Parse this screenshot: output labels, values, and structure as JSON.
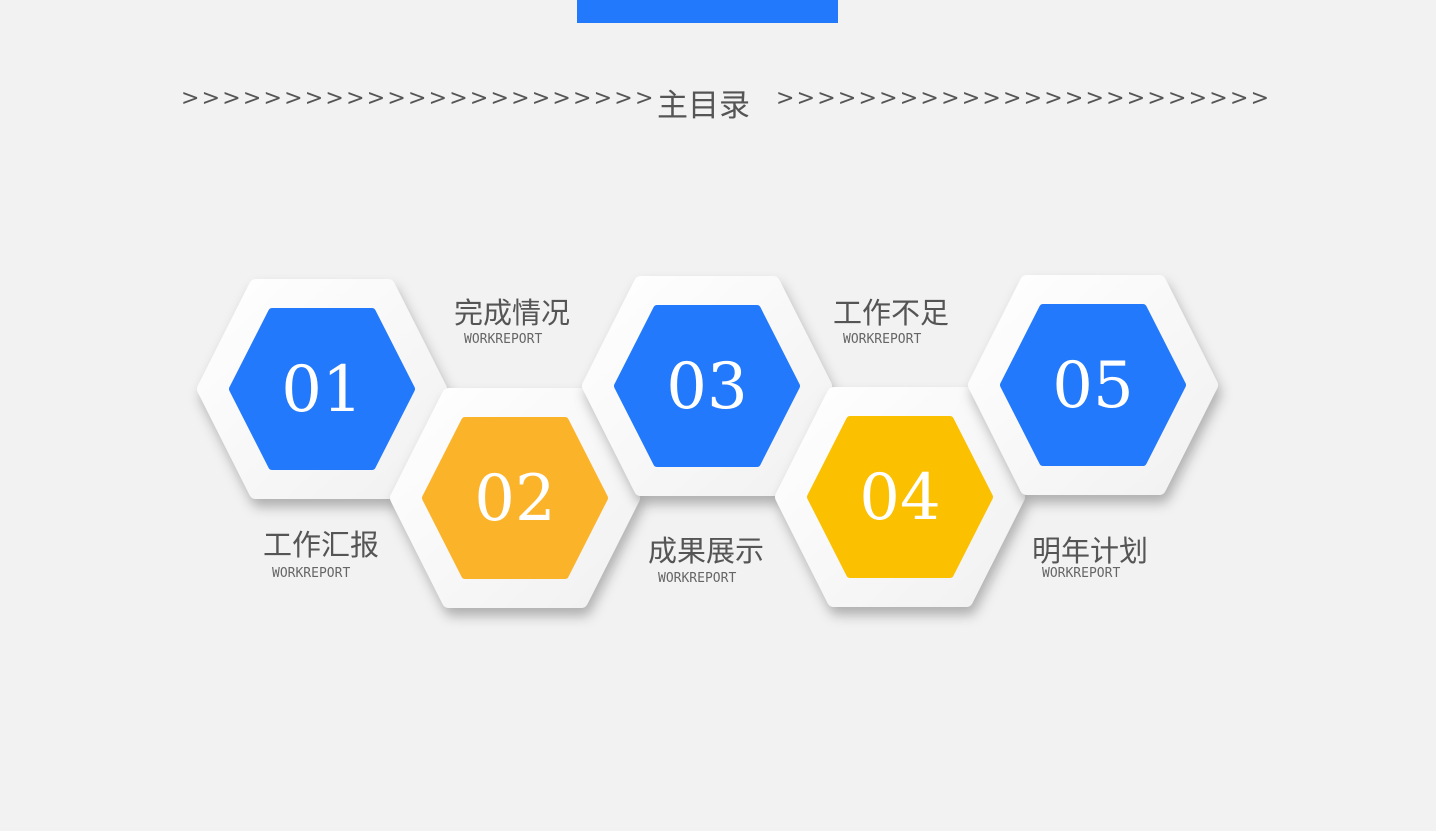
{
  "header": {
    "title": "主目录",
    "left_arrows": ">>>>>>>>>>>>>>>>>>>>>>>",
    "right_arrows": ">>>>>>>>>>>>>>>>>>>>>>>>"
  },
  "colors": {
    "blue": "#2279fb",
    "orange": "#fbb32a",
    "yellow": "#fbc000"
  },
  "items": [
    {
      "number": "01",
      "title": "工作汇报",
      "subtitle": "WORKREPORT",
      "color": "#2279fb"
    },
    {
      "number": "02",
      "title": "完成情况",
      "subtitle": "WORKREPORT",
      "color": "#fbb32a"
    },
    {
      "number": "03",
      "title": "成果展示",
      "subtitle": "WORKREPORT",
      "color": "#2279fb"
    },
    {
      "number": "04",
      "title": "工作不足",
      "subtitle": "WORKREPORT",
      "color": "#fbc000"
    },
    {
      "number": "05",
      "title": "明年计划",
      "subtitle": "WORKREPORT",
      "color": "#2279fb"
    }
  ]
}
